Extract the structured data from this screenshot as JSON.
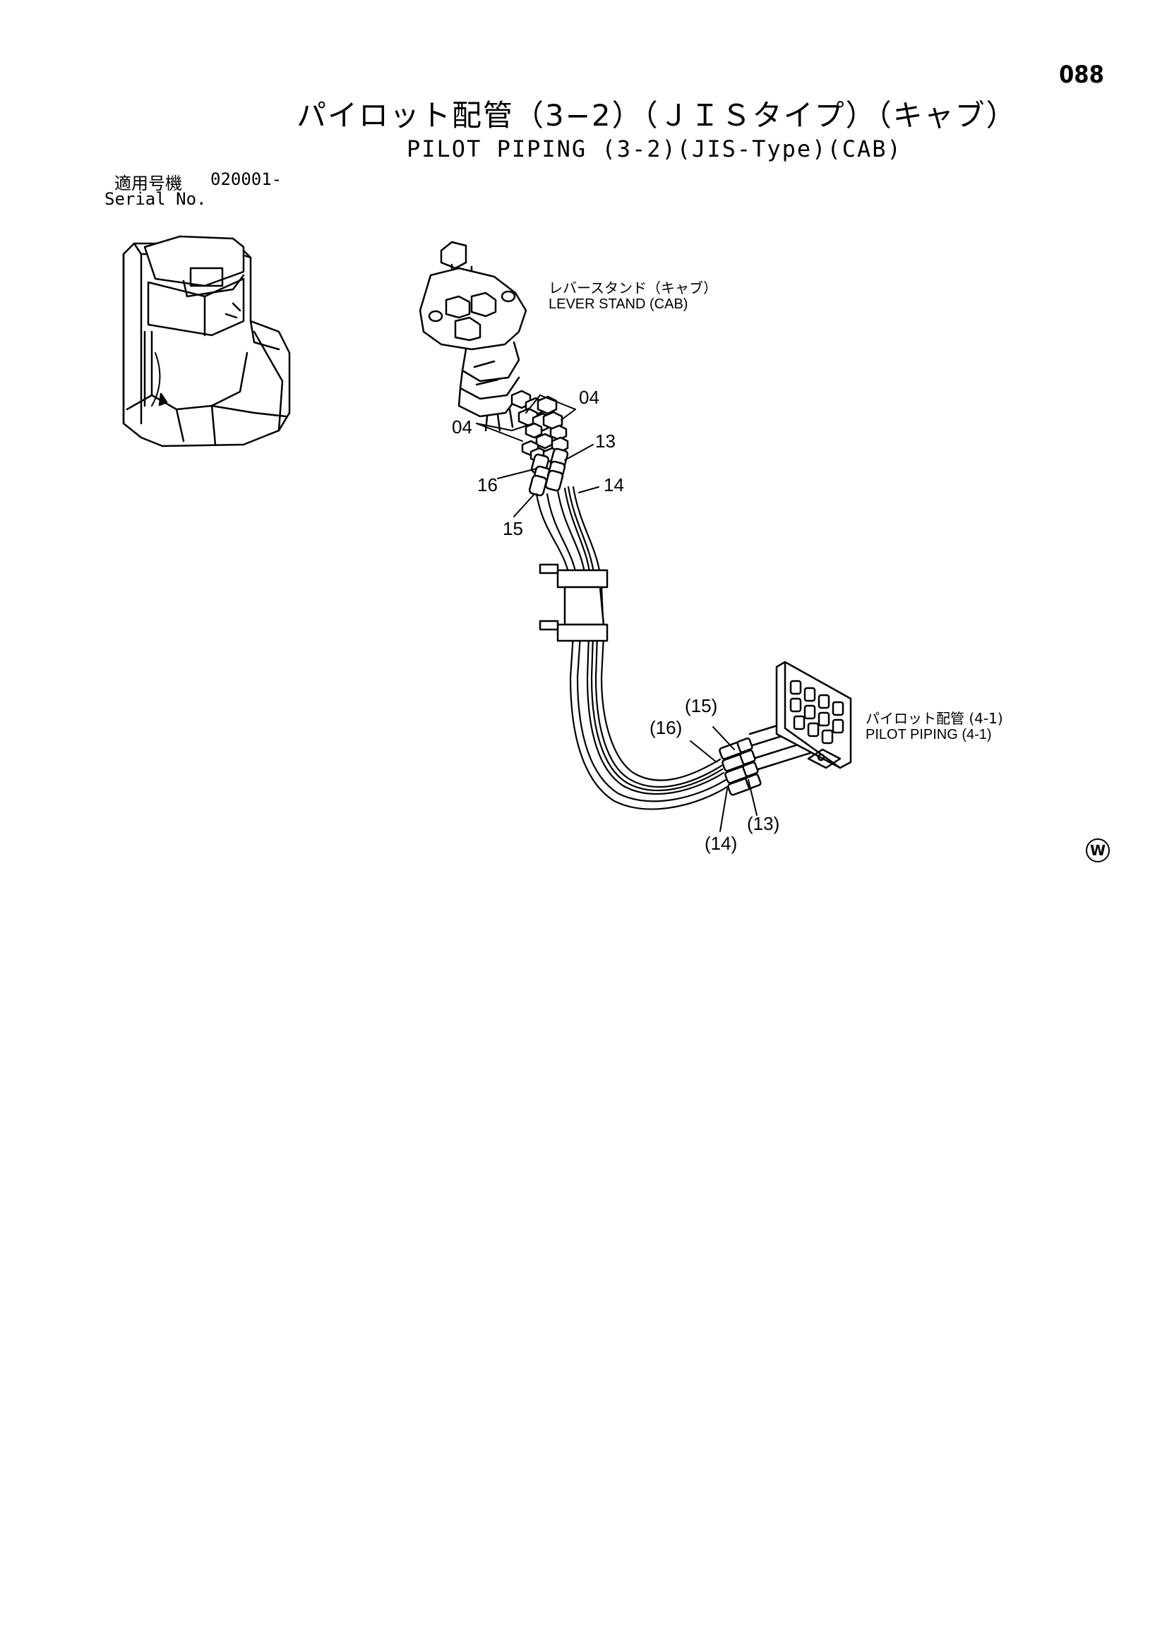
{
  "page_number": "088",
  "title_jp": "パイロット配管（3−2）（ＪＩＳタイプ）（キャブ）",
  "title_en": "PILOT PIPING (3-2)(JIS-Type)(CAB)",
  "serial": {
    "label_jp": "適用号機",
    "range": "020001-",
    "label_en": "Serial No."
  },
  "labels": {
    "lever_stand_jp": "レバースタンド（キャブ）",
    "lever_stand_en": "LEVER STAND (CAB)",
    "pilot_piping_jp": "パイロット配管 (4-1)",
    "pilot_piping_en": "PILOT PIPING (4-1)"
  },
  "callouts": {
    "c04_right": "04",
    "c04_left": "04",
    "c13": "13",
    "c14": "14",
    "c15": "15",
    "c16": "16",
    "c15_paren": "(15)",
    "c16_paren": "(16)",
    "c13_paren": "(13)",
    "c14_paren": "(14)"
  },
  "watermark": "W"
}
